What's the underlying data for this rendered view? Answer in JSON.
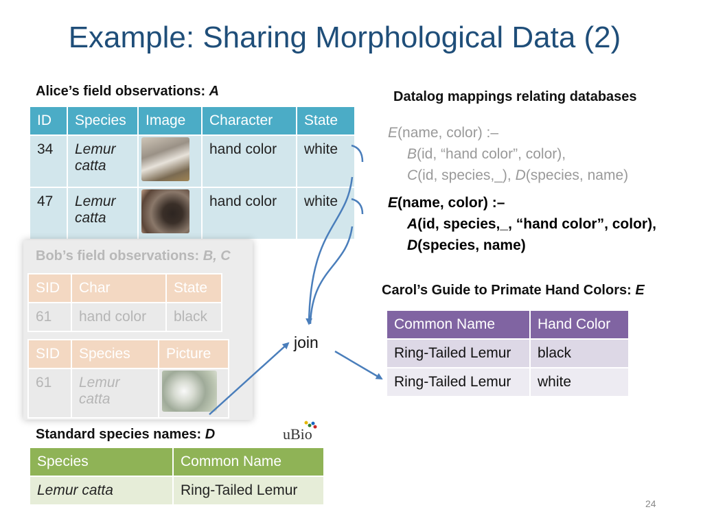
{
  "slide": {
    "title": "Example: Sharing Morphological Data (2)",
    "page_number": "24"
  },
  "alice": {
    "label": "Alice’s field observations: ",
    "label_var": "A",
    "headers": [
      "ID",
      "Species",
      "Image",
      "Character",
      "State"
    ],
    "rows": [
      {
        "id": "34",
        "species": "Lemur catta",
        "character": "hand color",
        "state": "white"
      },
      {
        "id": "47",
        "species": "Lemur catta",
        "character": "hand color",
        "state": "white"
      }
    ]
  },
  "bob": {
    "label": "Bob’s field observations: ",
    "label_var": "B, C",
    "table1": {
      "headers": [
        "SID",
        "Char",
        "State"
      ],
      "rows": [
        [
          "61",
          "hand color",
          "black"
        ]
      ]
    },
    "table2": {
      "headers": [
        "SID",
        "Species",
        "Picture"
      ],
      "rows": [
        [
          "61",
          "Lemur catta"
        ]
      ]
    }
  },
  "standard": {
    "label": "Standard species names: ",
    "label_var": "D",
    "logo": "uBio",
    "headers": [
      "Species",
      "Common Name"
    ],
    "rows": [
      [
        "Lemur catta",
        "Ring-Tailed Lemur"
      ]
    ]
  },
  "datalog": {
    "heading": "Datalog mappings relating databases",
    "rule1": {
      "head_pred": "E",
      "head_args": "(name, color)   :–",
      "l2_pred": "B",
      "l2_args": "(id, “hand color”, color),",
      "l3_pred1": "C",
      "l3_args1": "(id, species,_), ",
      "l3_pred2": "D",
      "l3_args2": "(species, name)"
    },
    "rule2": {
      "head_pred": "E",
      "head_args": "(name, color)   :–",
      "l2_pred": "A",
      "l2_args": "(id, species,_, “hand color”, color),",
      "l3_pred": "D",
      "l3_args": "(species, name)"
    }
  },
  "carol": {
    "label": "Carol’s Guide to Primate Hand Colors: ",
    "label_var": "E",
    "headers": [
      "Common Name",
      "Hand Color"
    ],
    "rows": [
      [
        "Ring-Tailed Lemur",
        "black"
      ],
      [
        "Ring-Tailed Lemur",
        "white"
      ]
    ]
  },
  "join_label": "join",
  "colors": {
    "title": "#1F4E79",
    "alice_header": "#4BACC6",
    "standard_header": "#8FB356",
    "carol_header": "#8064A2",
    "arrow": "#4A7EBB"
  }
}
